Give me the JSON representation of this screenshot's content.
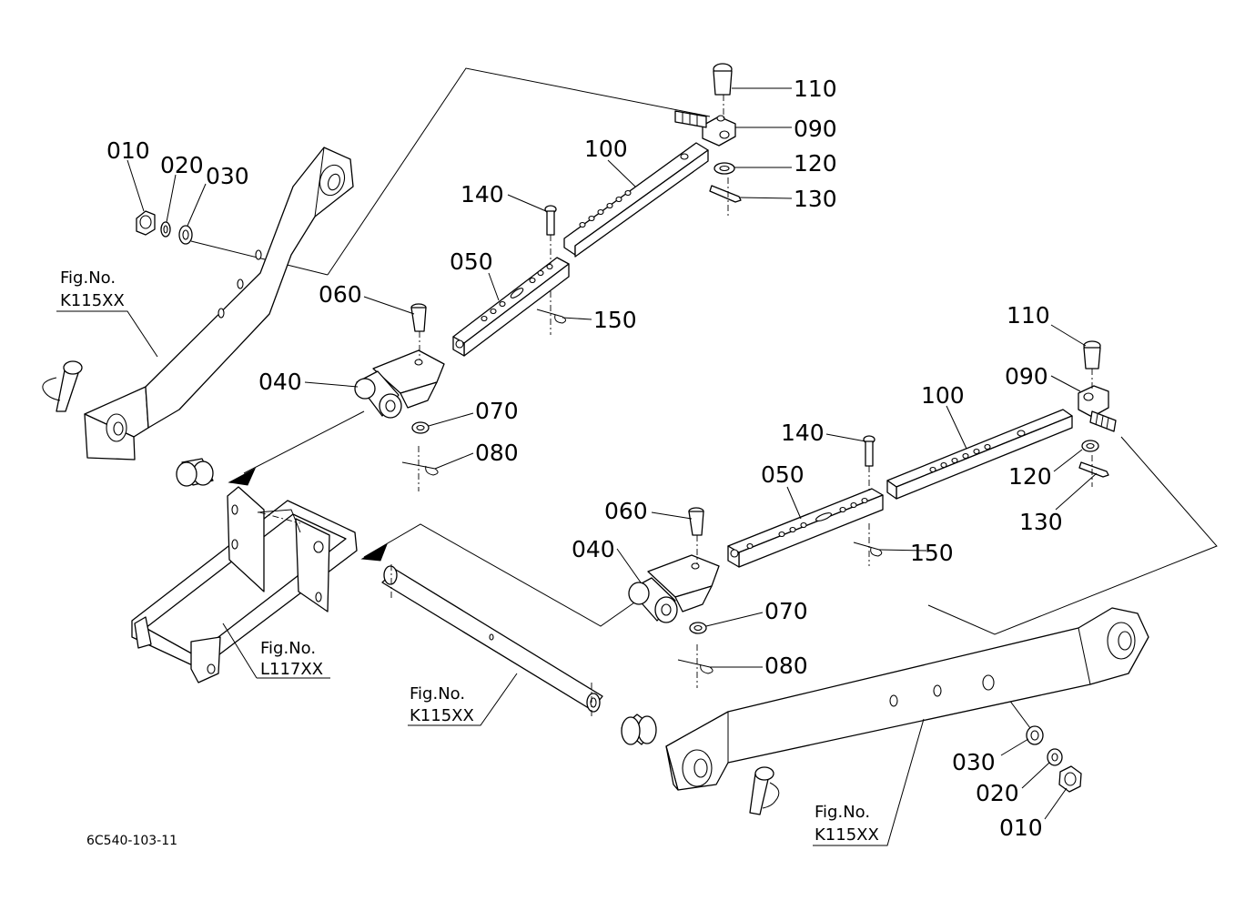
{
  "diagram_code": "6C540-103-11",
  "fig_ref_prefix": "Fig.No.",
  "fig_refs": {
    "upper_left": "K115XX",
    "frame": "L117XX",
    "cross_shaft": "K115XX",
    "lower_right": "K115XX"
  },
  "callouts_upper": {
    "p010": "010",
    "p020": "020",
    "p030": "030",
    "p040": "040",
    "p050": "050",
    "p060": "060",
    "p070": "070",
    "p080": "080",
    "p090": "090",
    "p100": "100",
    "p110": "110",
    "p120": "120",
    "p130": "130",
    "p140": "140",
    "p150": "150"
  },
  "callouts_lower": {
    "p010": "010",
    "p020": "020",
    "p030": "030",
    "p040": "040",
    "p050": "050",
    "p060": "060",
    "p070": "070",
    "p080": "080",
    "p090": "090",
    "p100": "100",
    "p110": "110",
    "p120": "120",
    "p130": "130",
    "p140": "140",
    "p150": "150"
  }
}
